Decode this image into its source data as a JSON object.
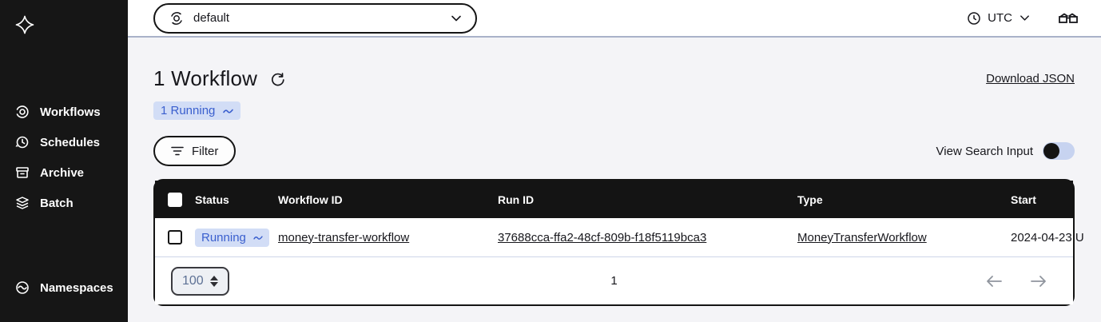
{
  "sidebar": {
    "items": [
      {
        "label": "Workflows",
        "icon": "workflows-icon"
      },
      {
        "label": "Schedules",
        "icon": "schedules-icon"
      },
      {
        "label": "Archive",
        "icon": "archive-icon"
      },
      {
        "label": "Batch",
        "icon": "batch-icon"
      }
    ],
    "bottom_item": {
      "label": "Namespaces",
      "icon": "namespaces-icon"
    }
  },
  "topbar": {
    "namespace_select": {
      "value": "default"
    },
    "timezone": {
      "label": "UTC"
    }
  },
  "header": {
    "title": "1 Workflow",
    "running_badge": "1 Running",
    "download_link": "Download JSON"
  },
  "filter_bar": {
    "filter_label": "Filter",
    "toggle_label": "View Search Input",
    "toggle_state": "off"
  },
  "table": {
    "columns": [
      "Status",
      "Workflow ID",
      "Run ID",
      "Type",
      "Start"
    ],
    "rows": [
      {
        "status": "Running",
        "workflow_id": "money-transfer-workflow",
        "run_id": "37688cca-ffa2-48cf-809b-f18f5119bca3",
        "type": "MoneyTransferWorkflow",
        "start": "2024-04-23 U"
      }
    ],
    "pagination": {
      "page_size": "100",
      "page": "1"
    }
  },
  "colors": {
    "sidebar_bg": "#161616",
    "header_bg": "#141414",
    "accent_blue": "#3a5fce",
    "badge_bg": "#d2ddf6",
    "content_bg": "#f4f4f7",
    "topbar_border": "#a9b2c9"
  }
}
